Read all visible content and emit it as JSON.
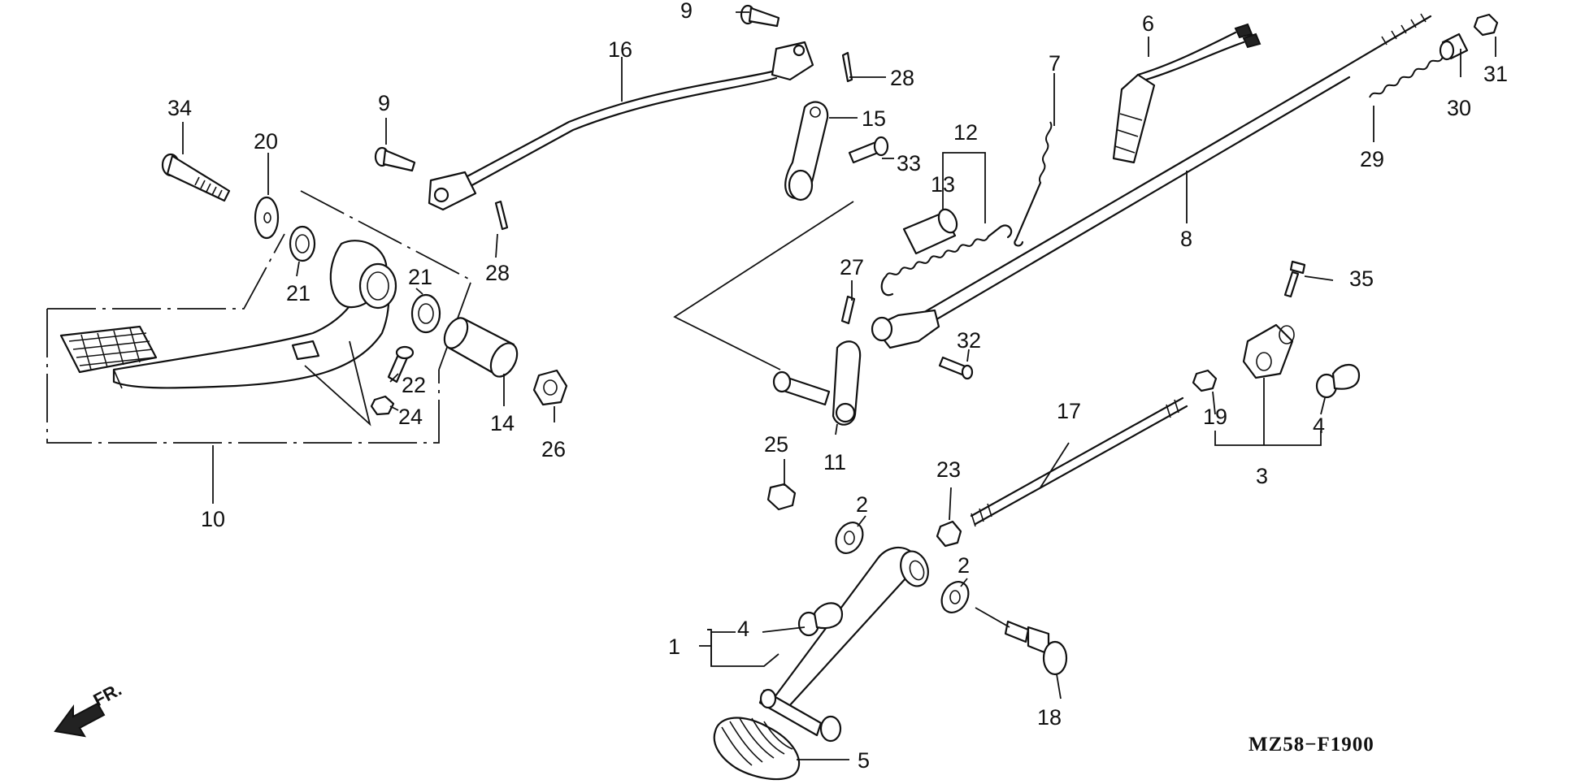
{
  "diagram": {
    "code": "MZ58−F1900",
    "direction_label": "FR.",
    "callouts": [
      "1",
      "2",
      "2",
      "3",
      "4",
      "4",
      "5",
      "6",
      "7",
      "8",
      "9",
      "9",
      "10",
      "11",
      "12",
      "13",
      "14",
      "15",
      "16",
      "17",
      "18",
      "19",
      "20",
      "21",
      "21",
      "22",
      "23",
      "24",
      "25",
      "26",
      "27",
      "28",
      "28",
      "29",
      "30",
      "31",
      "32",
      "33",
      "34",
      "35"
    ]
  }
}
